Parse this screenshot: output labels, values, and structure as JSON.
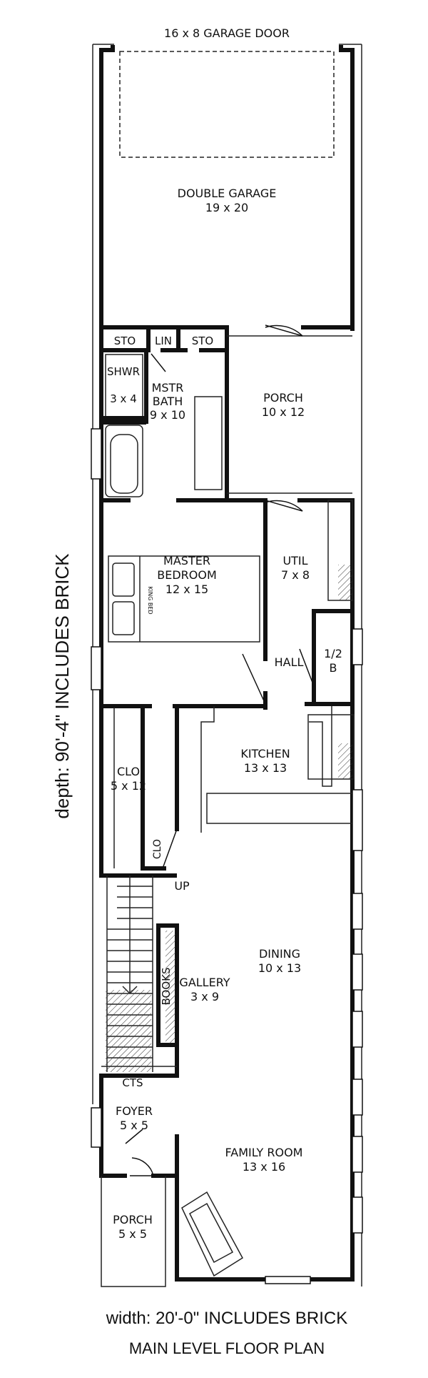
{
  "plan": {
    "top_label": "16 x 8 GARAGE DOOR",
    "depth_label": "depth: 90'-4\" INCLUDES BRICK",
    "width_label": "width: 20'-0\" INCLUDES BRICK",
    "caption": "MAIN LEVEL FLOOR PLAN"
  },
  "rooms": {
    "garage": {
      "name": "DOUBLE GARAGE",
      "size": "19 x 20"
    },
    "sto_left": "STO",
    "lin": "LIN",
    "sto_right": "STO",
    "shwr": {
      "name": "SHWR",
      "size": "3 x 4"
    },
    "mstr_bath": {
      "name": "MSTR",
      "name2": "BATH",
      "size": "9 x 10"
    },
    "porch_rear": {
      "name": "PORCH",
      "size": "10 x 12"
    },
    "master": {
      "name": "MASTER",
      "name2": "BEDROOM",
      "size": "12 x 15"
    },
    "bed_note": "KING BED",
    "util": {
      "name": "UTIL",
      "size": "7 x 8"
    },
    "half_bath": {
      "name": "1/2",
      "name2": "B"
    },
    "hall": "HALL",
    "clo_large": {
      "name": "CLO",
      "size": "5 x 12"
    },
    "kitchen": {
      "name": "KITCHEN",
      "size": "13 x 13"
    },
    "clo_small": "CLO",
    "up": "UP",
    "dining": {
      "name": "DINING",
      "size": "10 x 13"
    },
    "books": "BOOKS",
    "gallery": {
      "name": "GALLERY",
      "size": "3 x 9"
    },
    "cts": "CTS",
    "foyer": {
      "name": "FOYER",
      "size": "5 x 5"
    },
    "family": {
      "name": "FAMILY ROOM",
      "size": "13 x 16"
    },
    "porch_front": {
      "name": "PORCH",
      "size": "5 x 5"
    }
  }
}
